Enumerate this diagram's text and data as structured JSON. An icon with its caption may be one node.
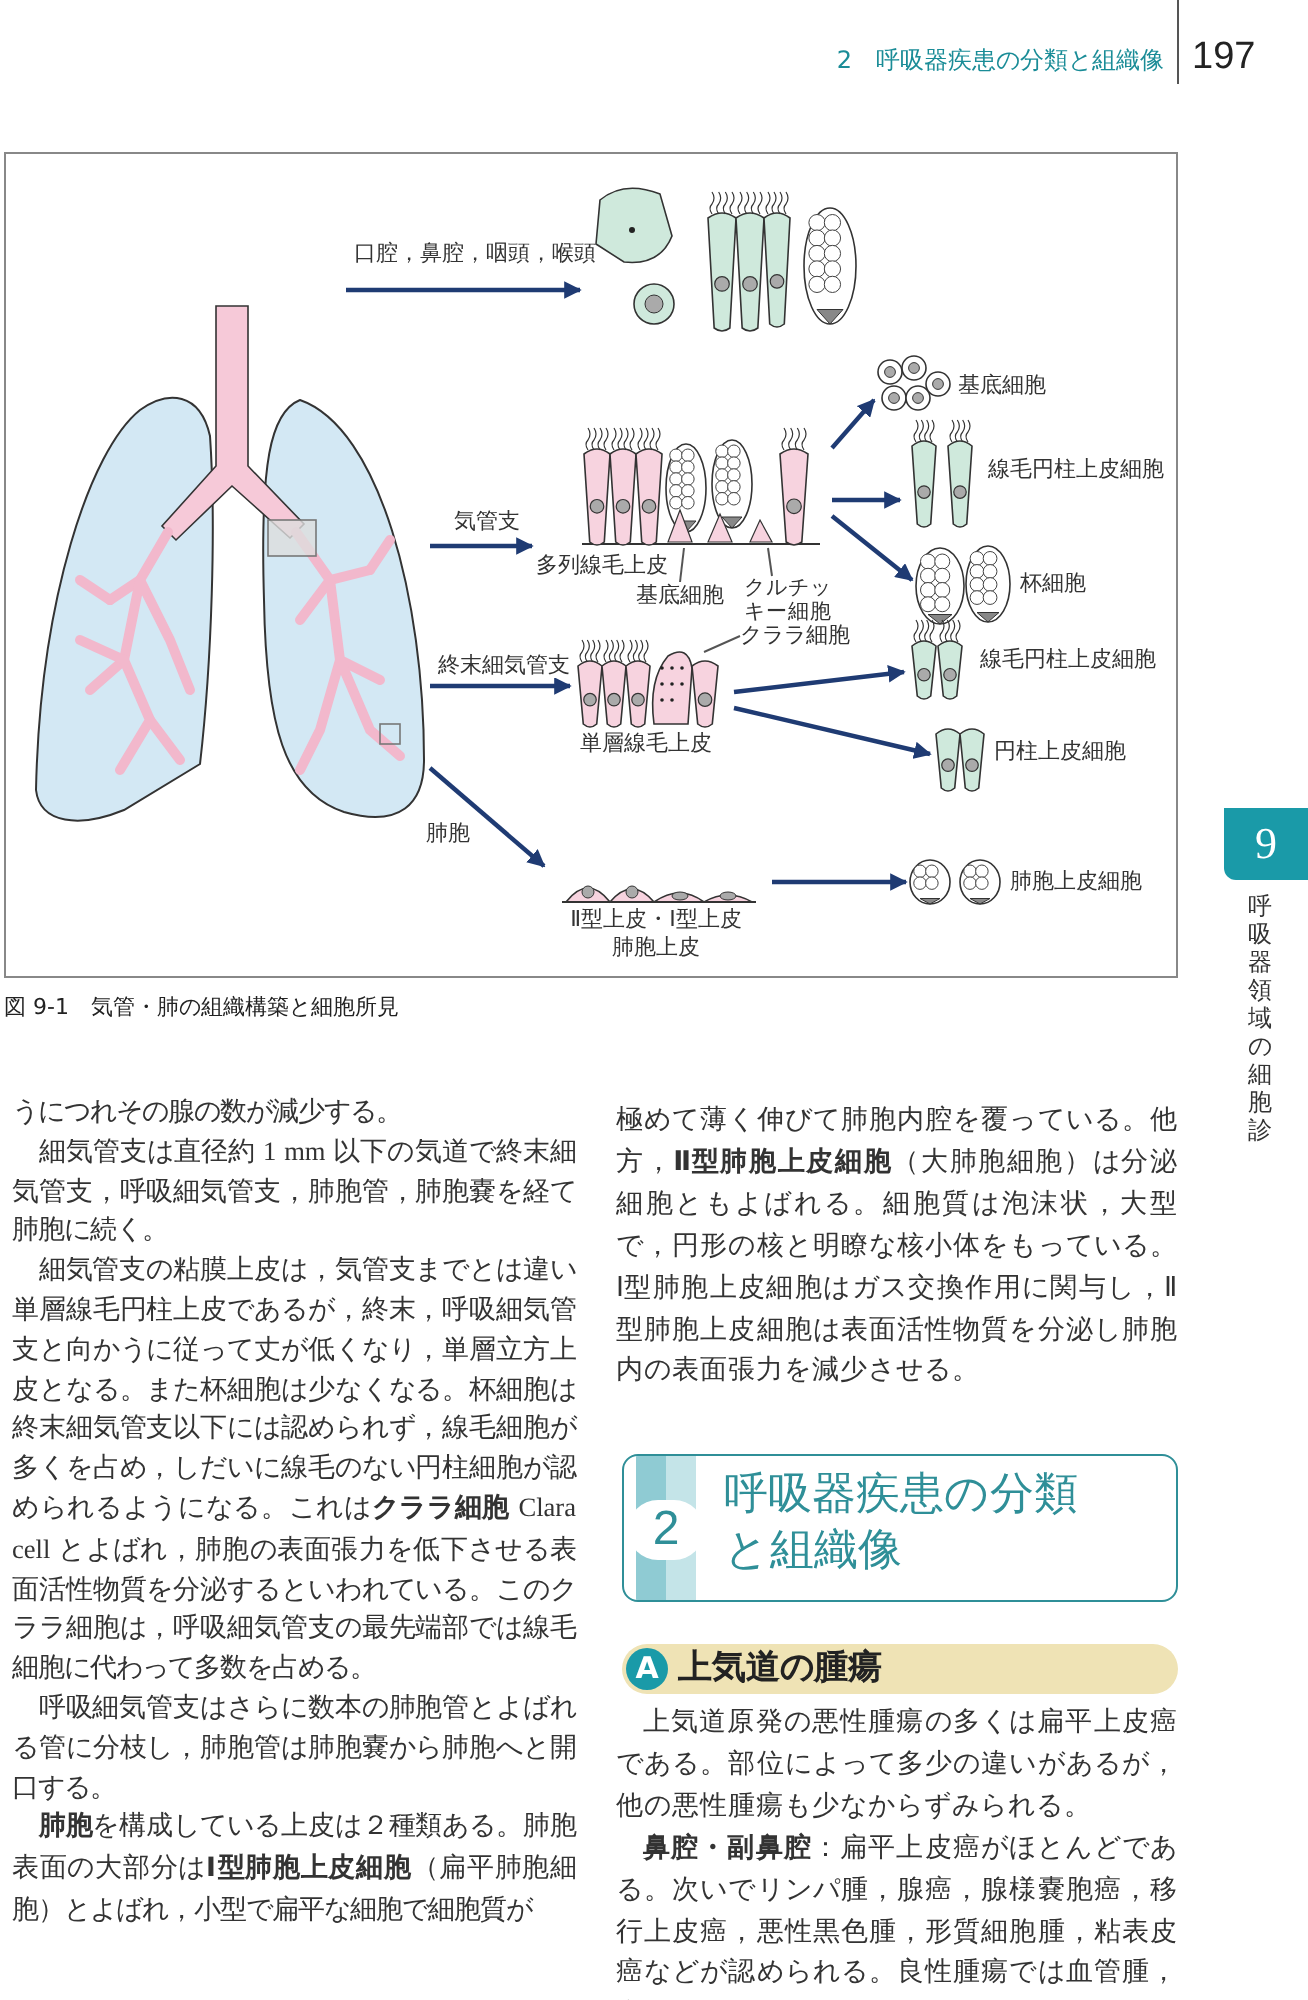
{
  "diagram": {
    "caption": "図 9-1　気管・肺の組織構築と細胞所見",
    "nodes": [
      {
        "text": [],
        "shape": "picture"
      },
      {
        "text": [],
        "shape": "picture"
      },
      {
        "text": [
          "多列線毛上皮"
        ]
      },
      {
        "text": [
          "単層線毛上皮"
        ]
      },
      {
        "text": [
          "Ⅱ型上皮・Ⅰ型上皮",
          "肺胞上皮"
        ]
      },
      {
        "text": [
          "基底細胞"
        ]
      },
      {
        "text": [
          "線毛円柱上皮細胞"
        ]
      },
      {
        "text": [
          "杯細胞"
        ]
      },
      {
        "text": [
          "線毛円柱上皮細胞"
        ]
      },
      {
        "text": [
          "円柱上皮細胞"
        ]
      },
      {
        "text": [
          "肺胞上皮細胞"
        ]
      },
      {
        "text": [
          "基底細胞"
        ]
      },
      {
        "text": [
          "クルチッキー細胞"
        ]
      },
      {
        "text": [
          "クララ細胞"
        ]
      }
    ],
    "edges": [
      {
        "from": 0,
        "to": 1,
        "arrow": "to",
        "label": "口腔，鼻腔，咽頭，喉頭"
      },
      {
        "from": 0,
        "to": 2,
        "arrow": "to",
        "label": "気管支"
      },
      {
        "from": 0,
        "to": 3,
        "arrow": "to",
        "label": "終末細気管支"
      },
      {
        "from": 0,
        "to": 4,
        "arrow": "to",
        "label": "肺胞"
      },
      {
        "from": 2,
        "to": 5,
        "arrow": "to"
      },
      {
        "from": 2,
        "to": 6,
        "arrow": "to"
      },
      {
        "from": 2,
        "to": 7,
        "arrow": "to"
      },
      {
        "from": 3,
        "to": 8,
        "arrow": "to"
      },
      {
        "from": 3,
        "to": 9,
        "arrow": "to"
      },
      {
        "from": 4,
        "to": 10,
        "arrow": "to"
      },
      {
        "from": 11,
        "to": 2,
        "arrow": "none",
        "color": "#555555"
      },
      {
        "from": 12,
        "to": 2,
        "arrow": "none",
        "color": "#555555"
      },
      {
        "from": 13,
        "to": 3,
        "arrow": "none",
        "color": "#555555"
      }
    ],
    "labels": [
      "2　呼吸器疾患の分類と組織像",
      "197",
      "9",
      "呼吸器領域の細胞診",
      "うにつれその腺の数が減少する。",
      "細気管支は直径約 1 mm 以下の気道で終末細気管支，呼吸細気管支，肺胞管，肺胞嚢を経て肺胞に続く。",
      "細気管支の粘膜上皮は，気管支までとは違い単層線毛円柱上皮であるが，終末，呼吸細気管支と向かうに従って丈が低くなり，単層立方上皮となる。また杯細胞は少なくなる。杯細胞は終末細気管支以下には認められず，線毛細胞が多くを占め，しだいに線毛のない円柱細胞が認められるようになる。これは**クララ細胞** Clara cell とよばれ，肺胞の表面張力を低下させる表面活性物質を分泌するといわれている。このクララ細胞は，呼吸細気管支の最先端部では線毛細胞に代わって多数を占める。",
      "呼吸細気管支はさらに数本の肺胞管とよばれる管に分枝し，肺胞管は肺胞嚢から肺胞へと開口する。",
      "**肺胞**を構成している上皮は２種類ある。肺胞表面の大部分は**Ⅰ型肺胞上皮細胞**（扁平肺胞細胞）とよばれ，小型で扁平な細胞で細胞質が",
      "極めて薄く伸びて肺胞内腔を覆っている。他方，**Ⅱ型肺胞上皮細胞**（大肺胞細胞）は分泌細胞ともよばれる。細胞質は泡沫状，大型で，円形の核と明瞭な核小体をもっている。Ⅰ型肺胞上皮細胞はガス交換作用に関与し，Ⅱ型肺胞上皮細胞は表面活性物質を分泌し肺胞内の表面張力を減少させる。",
      "2",
      "呼吸器疾患の分類と組織像",
      "A",
      "上気道の腫瘍",
      "上気道原発の悪性腫瘍の多くは扁平上皮癌である。部位によって多少の違いがあるが，他の悪性腫瘍も少なからずみられる。",
      "**鼻腔・副鼻腔**：扁平上皮癌がほとんどである。次いでリンパ腫，腺癌，腺様嚢胞癌，移行上皮癌，悪性黒色腫，形質細胞腫，粘表皮癌などが認められる。良性腫瘍では血管腫，乳頭腫など"
    ]
  }
}
